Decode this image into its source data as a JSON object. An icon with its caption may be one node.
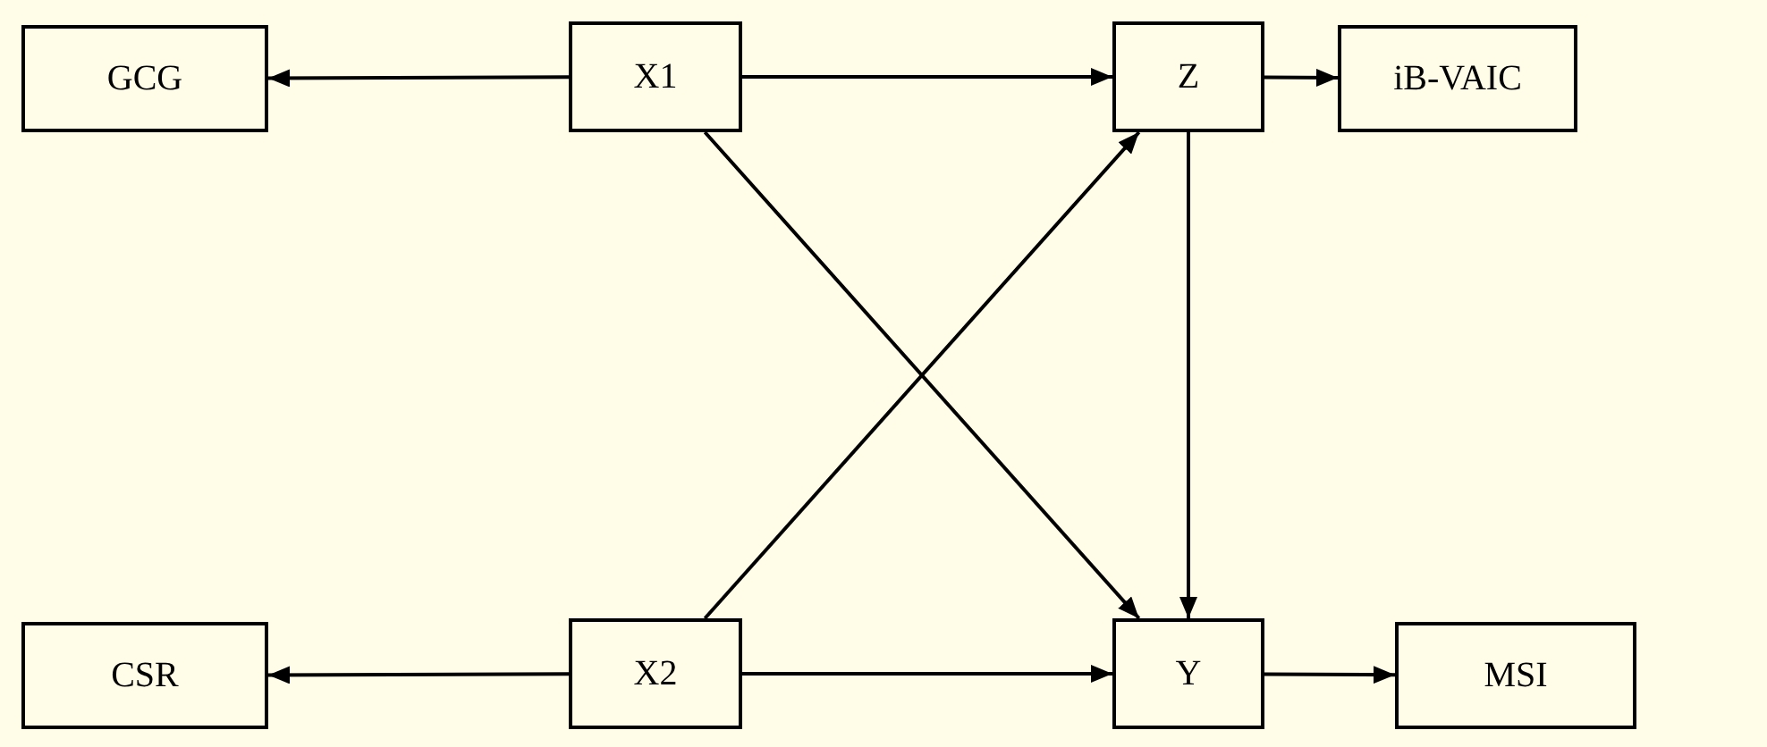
{
  "diagram": {
    "nodes": [
      {
        "text": [
          "GCG"
        ]
      },
      {
        "text": [
          "X1"
        ]
      },
      {
        "text": [
          "Z"
        ]
      },
      {
        "text": [
          "iB-VAIC"
        ]
      },
      {
        "text": [
          "CSR"
        ]
      },
      {
        "text": [
          "X2"
        ]
      },
      {
        "text": [
          "Y"
        ]
      },
      {
        "text": [
          "MSI"
        ]
      }
    ],
    "edges": [
      {
        "from": 1,
        "to": 0,
        "arrow": "to"
      },
      {
        "from": 1,
        "to": 2,
        "arrow": "to"
      },
      {
        "from": 2,
        "to": 3,
        "arrow": "to"
      },
      {
        "from": 1,
        "to": 6,
        "arrow": "to"
      },
      {
        "from": 5,
        "to": 2,
        "arrow": "to"
      },
      {
        "from": 5,
        "to": 4,
        "arrow": "to"
      },
      {
        "from": 5,
        "to": 6,
        "arrow": "to"
      },
      {
        "from": 2,
        "to": 6,
        "arrow": "to"
      },
      {
        "from": 6,
        "to": 7,
        "arrow": "to"
      }
    ]
  }
}
